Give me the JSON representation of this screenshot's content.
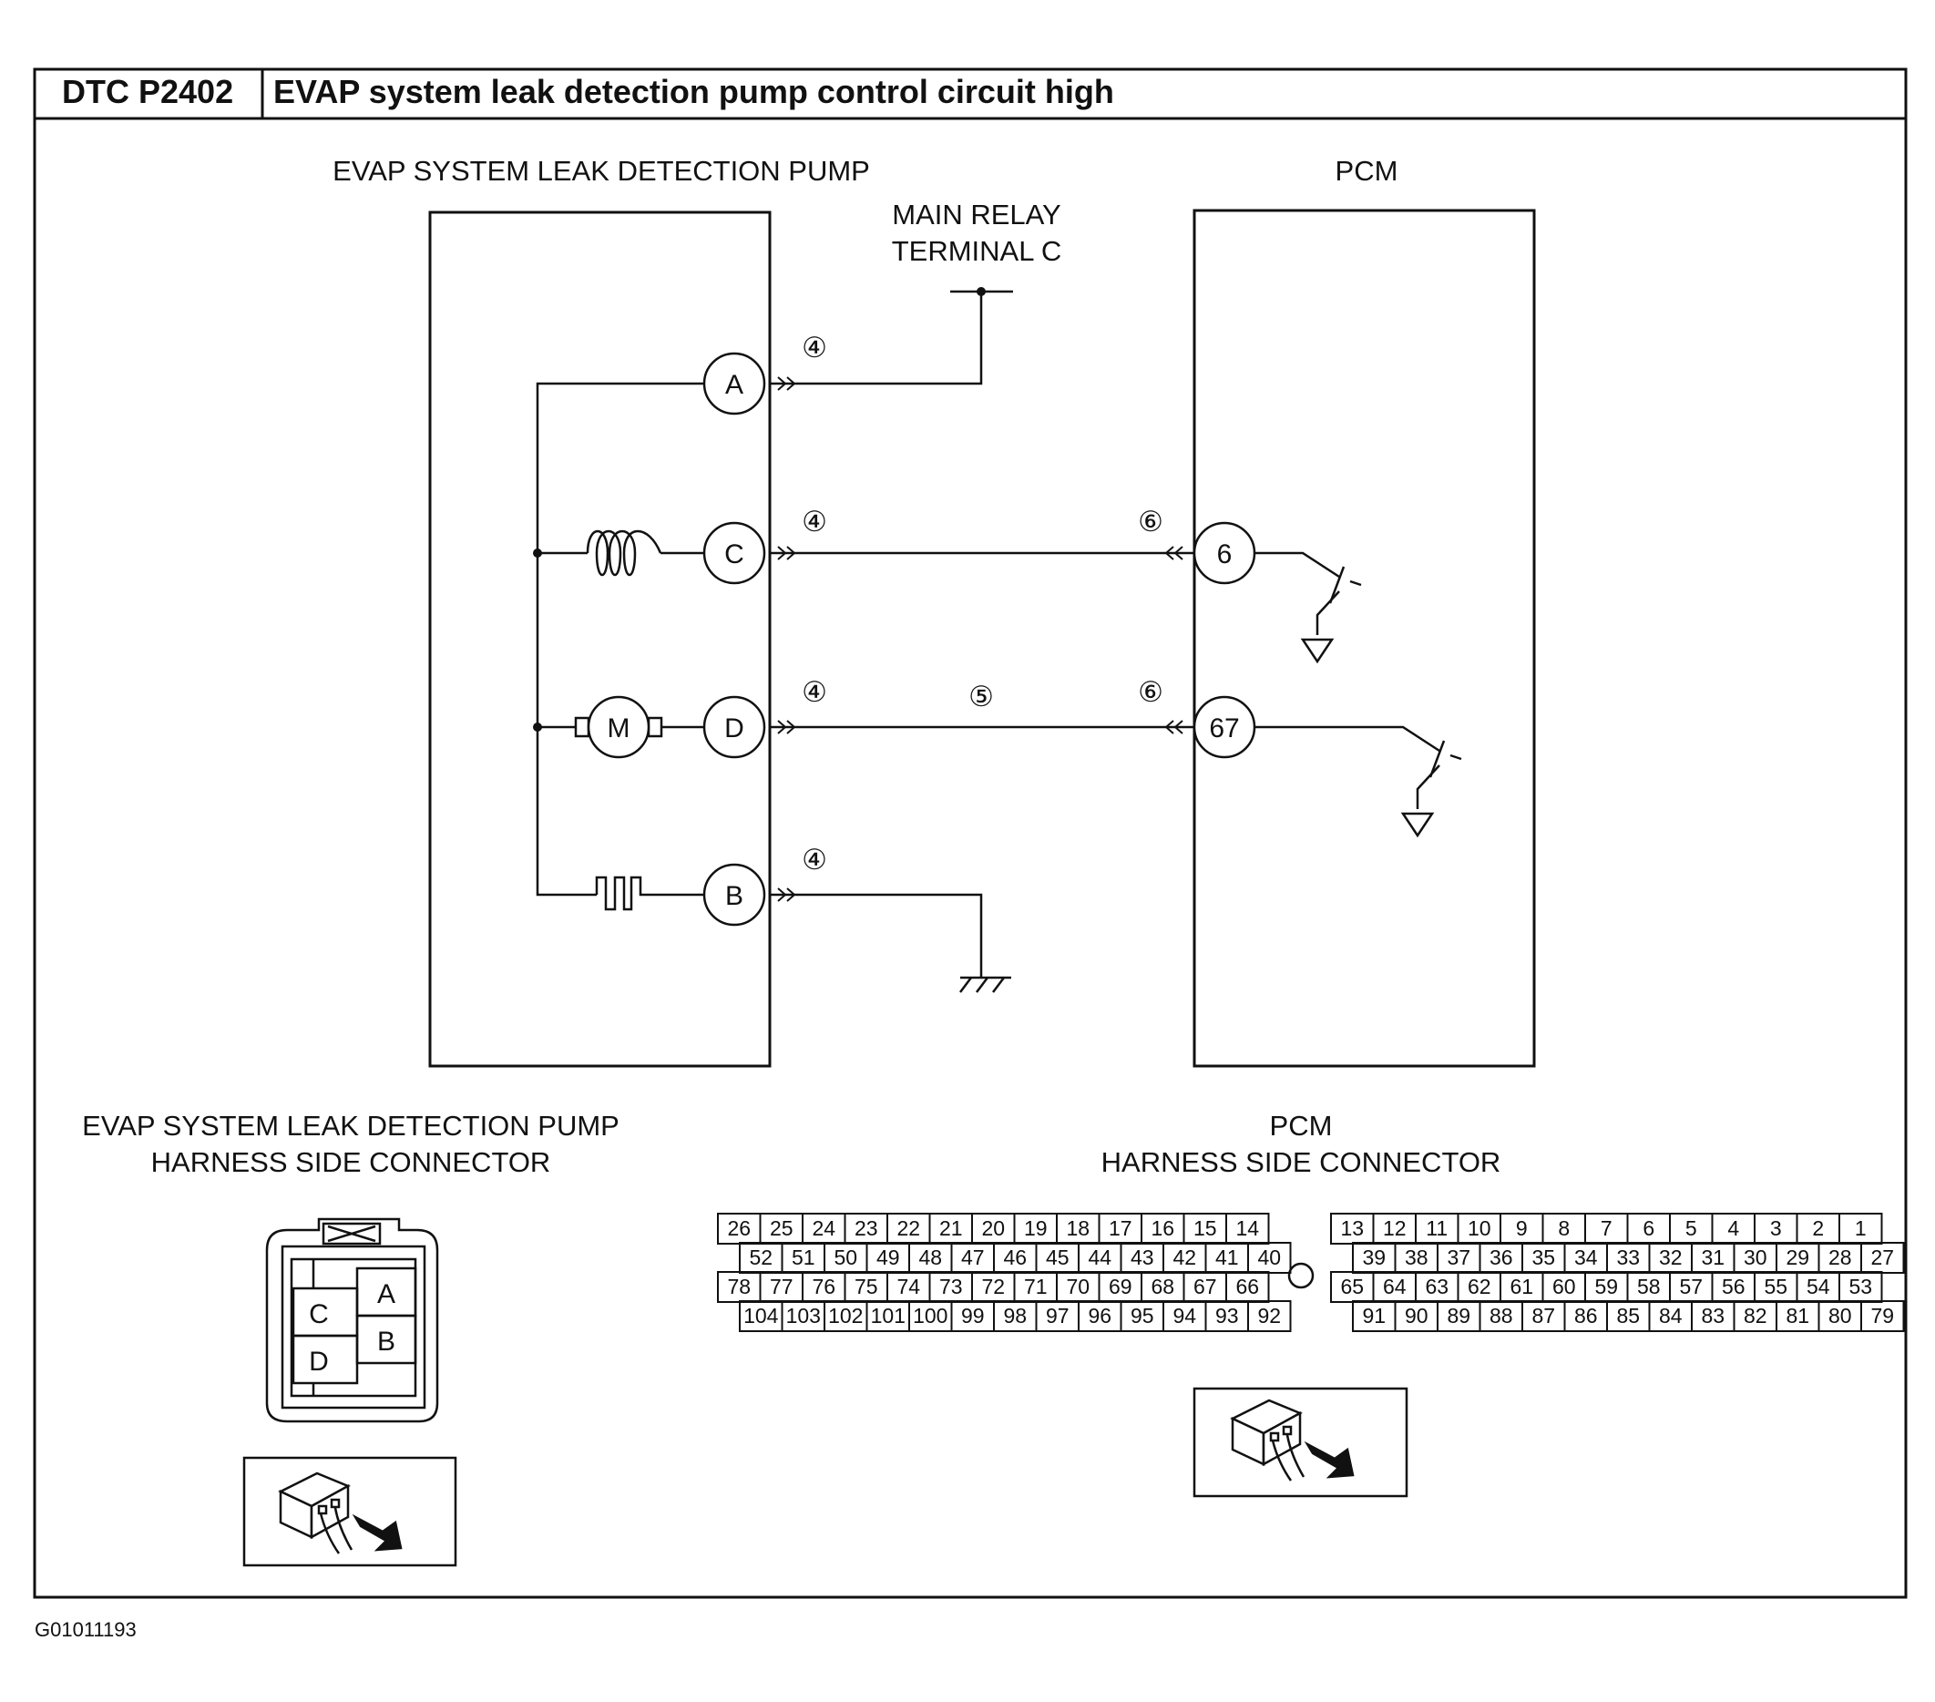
{
  "header": {
    "dtc_code": "DTC P2402",
    "title": "EVAP system leak detection pump control circuit high"
  },
  "schematic": {
    "pump_title": "EVAP SYSTEM LEAK DETECTION PUMP",
    "pcm_title": "PCM",
    "main_relay_line1": "MAIN RELAY",
    "main_relay_line2": "TERMINAL C",
    "pump_terminals": [
      "A",
      "C",
      "D",
      "B"
    ],
    "motor_label": "M",
    "pcm_terminals": [
      "6",
      "67"
    ],
    "circuit_markers": {
      "a": "④",
      "c_pump": "④",
      "c_pcm": "⑥",
      "d_pump": "④",
      "d_mid": "⑤",
      "d_pcm": "⑥",
      "b": "④"
    }
  },
  "pump_connector": {
    "title_line1": "EVAP SYSTEM LEAK DETECTION PUMP",
    "title_line2": "HARNESS SIDE CONNECTOR",
    "pins": [
      "A",
      "B",
      "C",
      "D"
    ]
  },
  "pcm_connector": {
    "title_line1": "PCM",
    "title_line2": "HARNESS SIDE CONNECTOR",
    "rows": [
      {
        "left": [
          "26",
          "25",
          "24",
          "23",
          "22",
          "21",
          "20",
          "19",
          "18",
          "17",
          "16",
          "15",
          "14"
        ],
        "right": [
          "13",
          "12",
          "11",
          "10",
          "9",
          "8",
          "7",
          "6",
          "5",
          "4",
          "3",
          "2",
          "1"
        ]
      },
      {
        "left": [
          "52",
          "51",
          "50",
          "49",
          "48",
          "47",
          "46",
          "45",
          "44",
          "43",
          "42",
          "41",
          "40"
        ],
        "right": [
          "39",
          "38",
          "37",
          "36",
          "35",
          "34",
          "33",
          "32",
          "31",
          "30",
          "29",
          "28",
          "27"
        ]
      },
      {
        "left": [
          "78",
          "77",
          "76",
          "75",
          "74",
          "73",
          "72",
          "71",
          "70",
          "69",
          "68",
          "67",
          "66"
        ],
        "right": [
          "65",
          "64",
          "63",
          "62",
          "61",
          "60",
          "59",
          "58",
          "57",
          "56",
          "55",
          "54",
          "53"
        ]
      },
      {
        "left": [
          "104",
          "103",
          "102",
          "101",
          "100",
          "99",
          "98",
          "97",
          "96",
          "95",
          "94",
          "93",
          "92"
        ],
        "right": [
          "91",
          "90",
          "89",
          "88",
          "87",
          "86",
          "85",
          "84",
          "83",
          "82",
          "81",
          "80",
          "79"
        ]
      }
    ]
  },
  "footer": {
    "code": "G01011193"
  }
}
